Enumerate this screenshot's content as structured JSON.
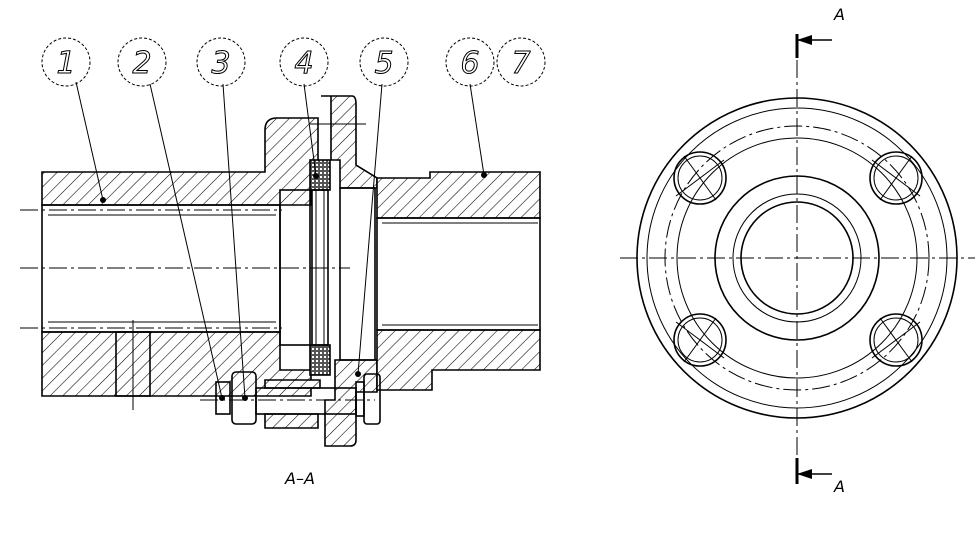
{
  "balloons": [
    "1",
    "2",
    "3",
    "4",
    "5",
    "6",
    "7"
  ],
  "section_label": "A–A",
  "cut_marker_top": "A",
  "cut_marker_bottom": "A",
  "colors": {
    "line": "#000000",
    "background": "#ffffff"
  }
}
